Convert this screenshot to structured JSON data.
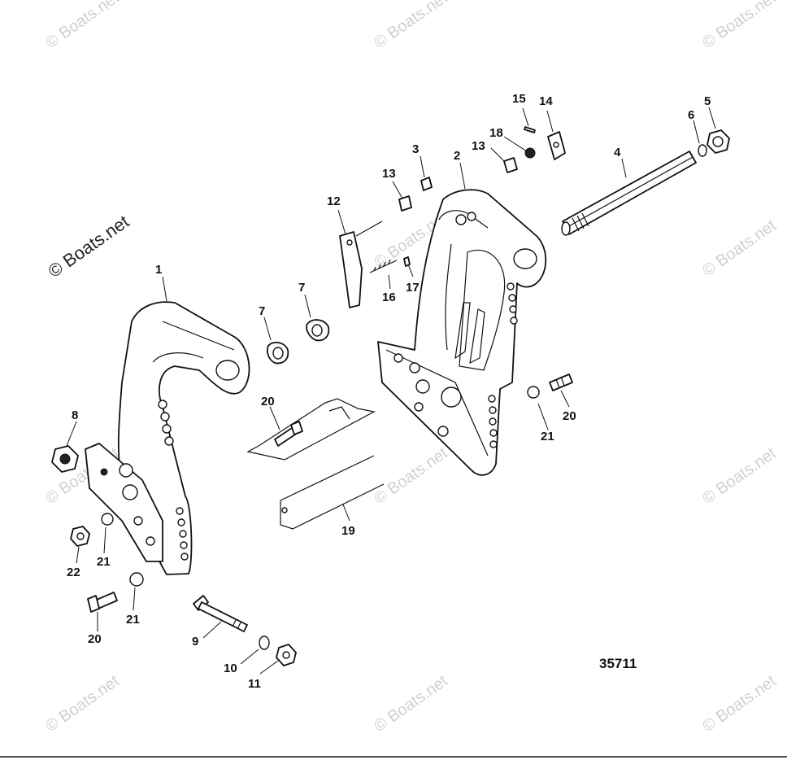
{
  "watermark": {
    "text": "© Boats.net"
  },
  "figure_number": "35711",
  "callouts": [
    {
      "id": "c1",
      "text": "1"
    },
    {
      "id": "c2",
      "text": "2"
    },
    {
      "id": "c3",
      "text": "3"
    },
    {
      "id": "c4",
      "text": "4"
    },
    {
      "id": "c5",
      "text": "5"
    },
    {
      "id": "c6",
      "text": "6"
    },
    {
      "id": "c7a",
      "text": "7"
    },
    {
      "id": "c7b",
      "text": "7"
    },
    {
      "id": "c8",
      "text": "8"
    },
    {
      "id": "c9",
      "text": "9"
    },
    {
      "id": "c10",
      "text": "10"
    },
    {
      "id": "c11",
      "text": "11"
    },
    {
      "id": "c12",
      "text": "12"
    },
    {
      "id": "c13a",
      "text": "13"
    },
    {
      "id": "c13b",
      "text": "13"
    },
    {
      "id": "c14",
      "text": "14"
    },
    {
      "id": "c15",
      "text": "15"
    },
    {
      "id": "c16",
      "text": "16"
    },
    {
      "id": "c17",
      "text": "17"
    },
    {
      "id": "c18",
      "text": "18"
    },
    {
      "id": "c19",
      "text": "19"
    },
    {
      "id": "c20a",
      "text": "20"
    },
    {
      "id": "c20b",
      "text": "20"
    },
    {
      "id": "c20c",
      "text": "20"
    },
    {
      "id": "c21a",
      "text": "21"
    },
    {
      "id": "c21b",
      "text": "21"
    },
    {
      "id": "c21c",
      "text": "21"
    },
    {
      "id": "c22",
      "text": "22"
    }
  ]
}
